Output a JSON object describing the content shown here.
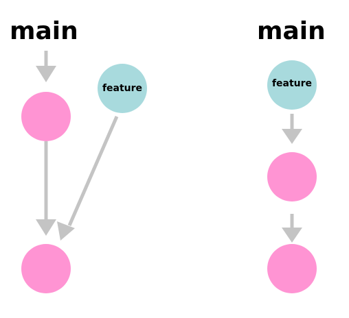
{
  "colors": {
    "commit": "#ff94d3",
    "feature": "#a8dadd",
    "arrow": "#c4c4c4",
    "text": "#000000"
  },
  "left_diagram": {
    "branch_label": "main",
    "feature_label": "feature"
  },
  "right_diagram": {
    "branch_label": "main",
    "feature_label": "feature"
  }
}
